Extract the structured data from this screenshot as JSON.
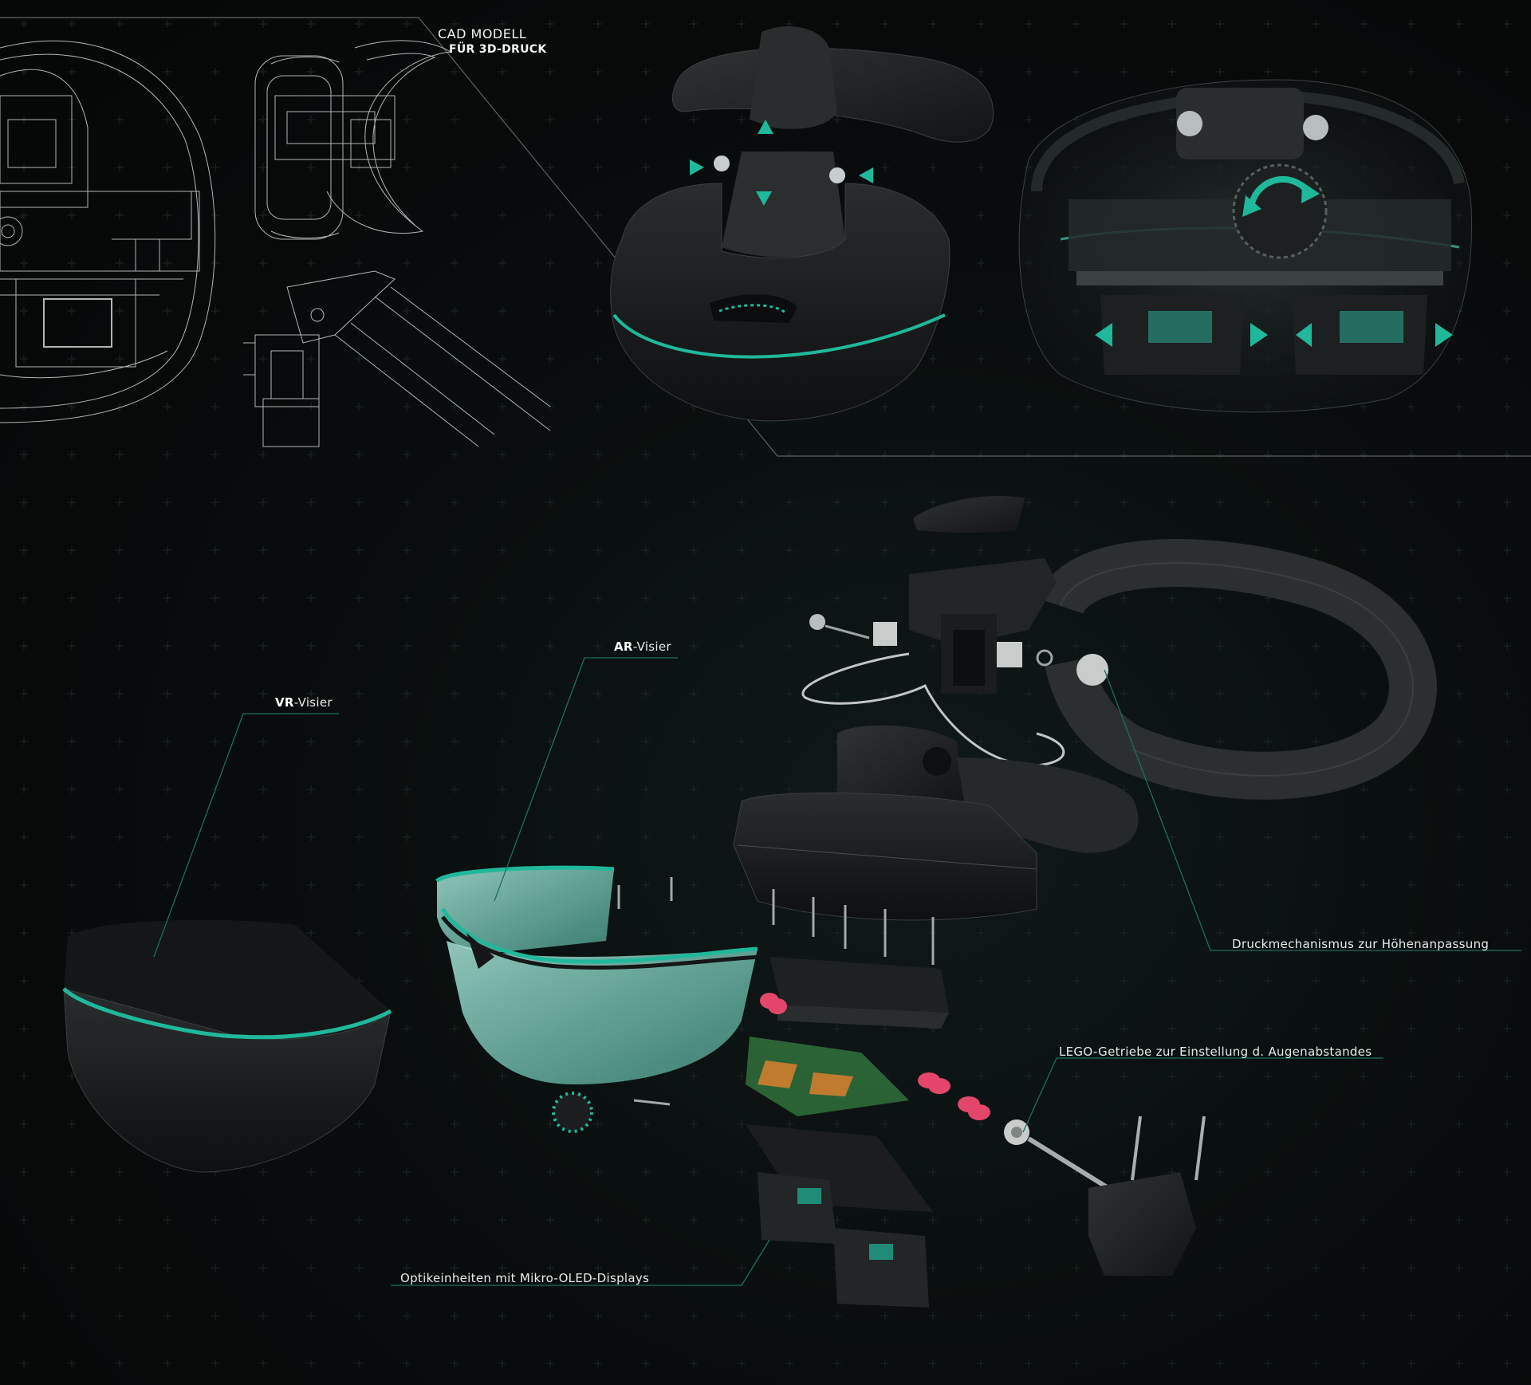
{
  "header": {
    "cad_line1": "CAD MODELL",
    "cad_line2": "FÜR 3D-DRUCK"
  },
  "labels": {
    "vr_bold": "VR",
    "vr_rest": "-Visier",
    "ar_bold": "AR",
    "ar_rest": "-Visier",
    "druck": "Druckmechanismus zur Höhenanpassung",
    "lego": "LEGO-Getriebe zur Einstellung d. Augenabstandes",
    "optik": "Optikeinheiten mit Mikro-OLED-Displays"
  },
  "colors": {
    "accent": "#1fb89a",
    "background": "#07090a",
    "device": "#1e2021",
    "wireframe": "#d9dfdd",
    "spring": "#e3466a",
    "pcb": "#2f6b3a"
  }
}
